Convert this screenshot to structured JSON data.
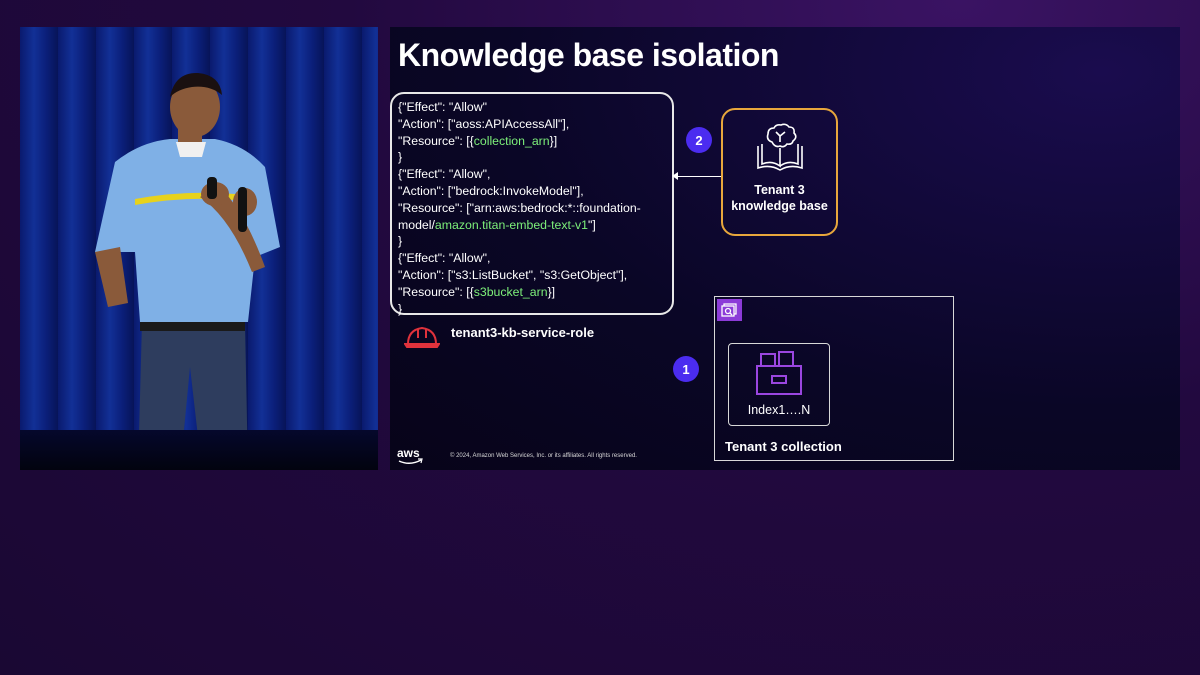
{
  "slide": {
    "title": "Knowledge base isolation",
    "policy_lines": [
      {
        "pre": "{\"Effect\": \"Allow\"",
        "green": "",
        "post": ""
      },
      {
        "pre": "  \"Action\": [\"aoss:APIAccessAll\"],",
        "green": "",
        "post": ""
      },
      {
        "pre": "  \"Resource\": [{",
        "green": "collection_arn",
        "post": "}]"
      },
      {
        "pre": " }",
        "green": "",
        "post": ""
      },
      {
        "pre": "{\"Effect\": \"Allow\",",
        "green": "",
        "post": ""
      },
      {
        "pre": "  \"Action\": [\"bedrock:InvokeModel\"],",
        "green": "",
        "post": ""
      },
      {
        "pre": "  \"Resource\": [\"arn:aws:bedrock:*::foundation-",
        "green": "",
        "post": ""
      },
      {
        "pre": "model/",
        "green": "amazon.titan-embed-text-v1",
        "post": "\"]"
      },
      {
        "pre": " }",
        "green": "",
        "post": ""
      },
      {
        "pre": "{\"Effect\": \"Allow\",",
        "green": "",
        "post": ""
      },
      {
        "pre": " \"Action\": [\"s3:ListBucket\", \"s3:GetObject\"],",
        "green": "",
        "post": ""
      },
      {
        "pre": " \"Resource\": [{",
        "green": "s3bucket_arn",
        "post": "}]"
      },
      {
        "pre": " }",
        "green": "",
        "post": ""
      }
    ],
    "badge_2": "2",
    "badge_1": "1",
    "knowledge_base": {
      "line1": "Tenant 3",
      "line2": "knowledge base"
    },
    "role_label": "tenant3-kb-service-role",
    "index_label": "Index1….N",
    "collection_label": "Tenant 3 collection",
    "aws_logo": "aws",
    "copyright": "© 2024, Amazon Web Services, Inc. or its affiliates. All rights reserved."
  },
  "colors": {
    "badge": "#4b2cf0",
    "kb_border": "#e8a73c",
    "policy_green": "#7df07a",
    "role_icon": "#e0323c",
    "collection_icon": "#8c3bd8"
  },
  "icons": {
    "kb": "brain-book-icon",
    "role": "helmet-icon",
    "collection": "search-collection-icon",
    "index": "file-cabinet-icon"
  }
}
